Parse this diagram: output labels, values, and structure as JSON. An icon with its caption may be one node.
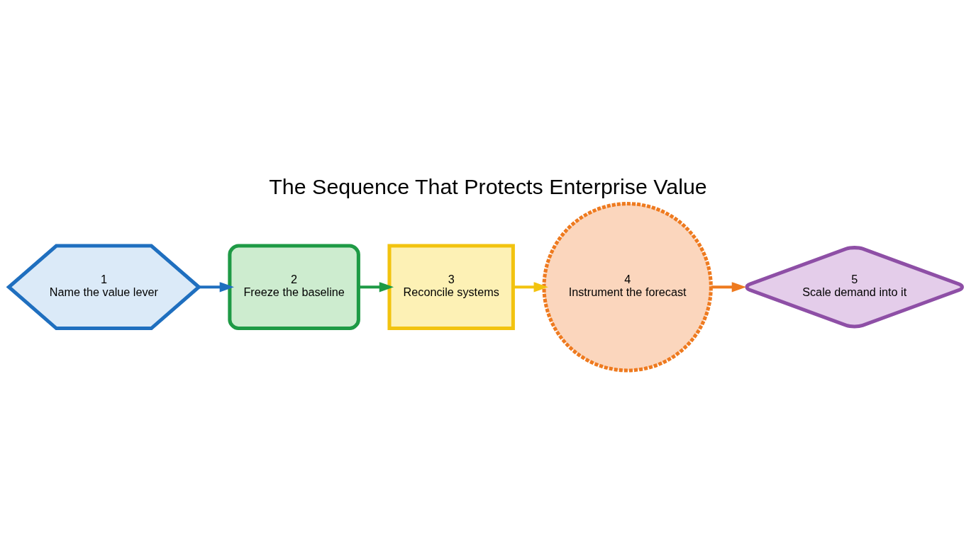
{
  "diagram": {
    "title": "The Sequence That Protects Enterprise Value",
    "nodes": [
      {
        "text": [
          "1",
          "Name the value lever"
        ]
      },
      {
        "text": [
          "2",
          "Freeze the baseline"
        ]
      },
      {
        "text": [
          "3",
          "Reconcile systems"
        ]
      },
      {
        "text": [
          "4",
          "Instrument the forecast"
        ]
      },
      {
        "text": [
          "5",
          "Scale demand into it"
        ]
      }
    ],
    "edges": [
      {
        "from": 0,
        "to": 1,
        "arrow": "to",
        "color": "#1f6fbf"
      },
      {
        "from": 1,
        "to": 2,
        "arrow": "to",
        "color": "#1e9a45"
      },
      {
        "from": 2,
        "to": 3,
        "arrow": "to",
        "color": "#f2c30f"
      },
      {
        "from": 3,
        "to": 4,
        "arrow": "to",
        "color": "#ee7a1f"
      }
    ]
  }
}
